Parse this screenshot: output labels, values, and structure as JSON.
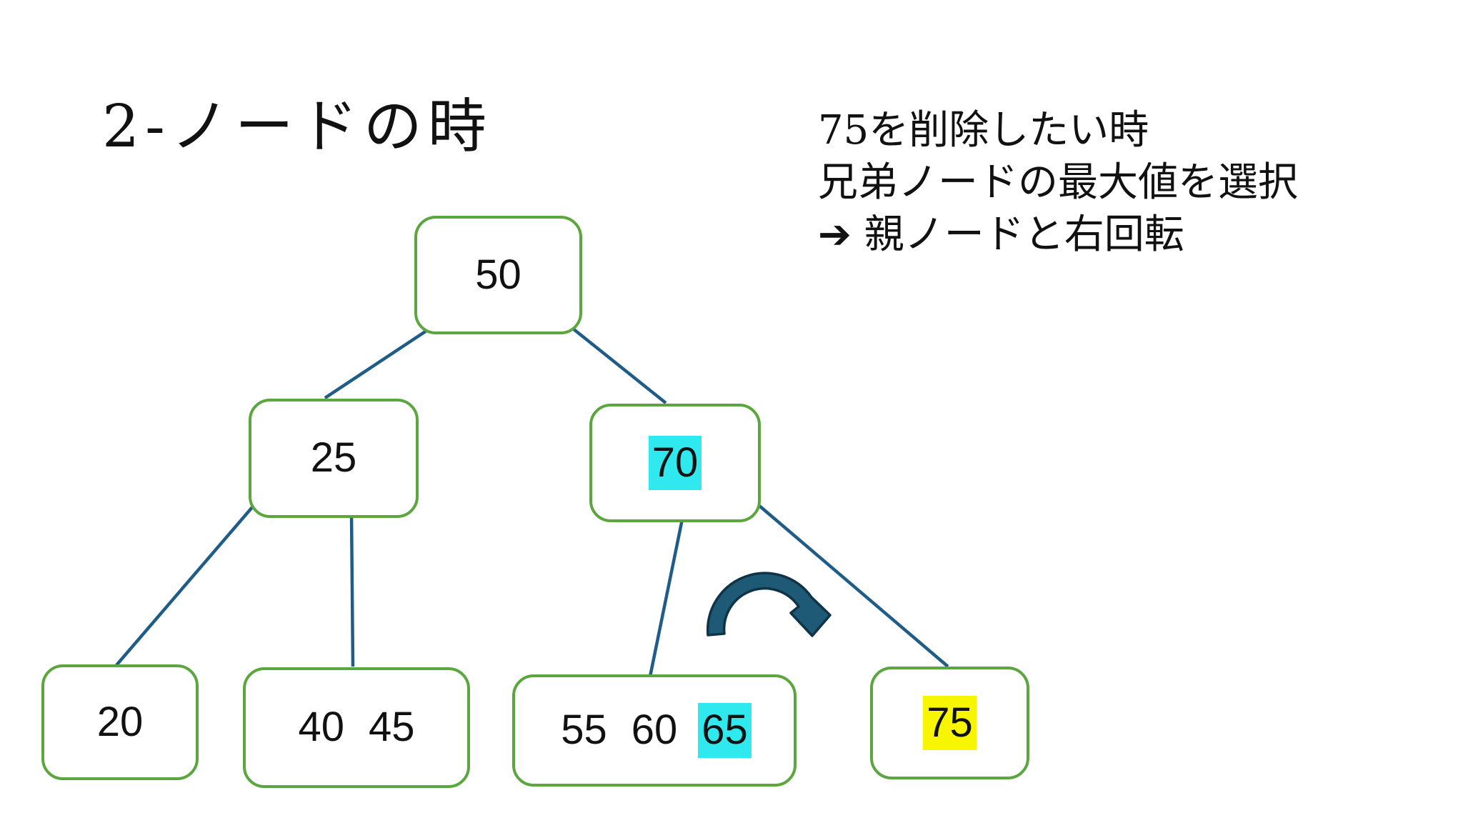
{
  "slide": {
    "title": "2-ノードの時",
    "note": {
      "lines": [
        "75を削除したい時",
        "兄弟ノードの最大値を選択",
        "➔ 親ノードと右回転"
      ]
    }
  },
  "tree": {
    "root": {
      "keys": [
        "50"
      ]
    },
    "left": {
      "keys": [
        "25"
      ]
    },
    "right": {
      "keys": [
        "70"
      ],
      "highlighted_key": "70",
      "highlight": "cyan"
    },
    "left_left": {
      "keys": [
        "20"
      ]
    },
    "left_right": {
      "keys": [
        "40",
        "45"
      ]
    },
    "right_left": {
      "keys": [
        "55",
        "60",
        "65"
      ],
      "highlighted_key": "65",
      "highlight": "cyan"
    },
    "right_right": {
      "keys": [
        "75"
      ],
      "highlighted_key": "75",
      "highlight": "yellow"
    }
  },
  "annotations": {
    "rotation_arrow": "right-rotation curved arrow between node 70 subtree edges"
  },
  "colors": {
    "background": "#ffffff",
    "text": "#111111",
    "node-border": "#5ba63e",
    "edge": "#1f5c87",
    "arrow-fill": "#1e5a75",
    "arrow-outline": "#0f3347",
    "highlight-cyan": "#2fe9ee",
    "highlight-yellow": "#f8f500"
  }
}
